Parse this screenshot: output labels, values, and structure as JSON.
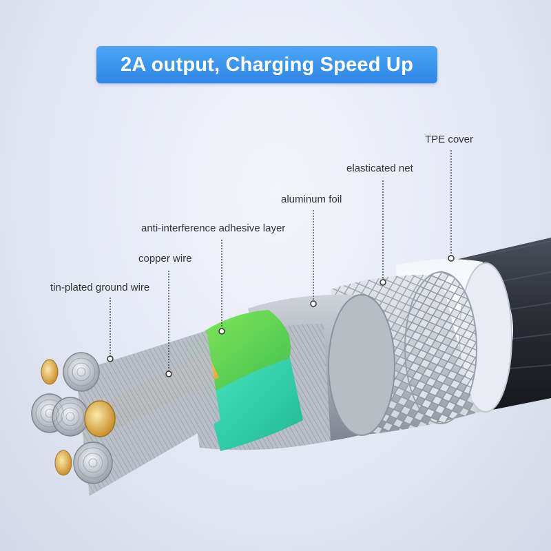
{
  "banner": {
    "text": "2A output, Charging Speed Up",
    "color": "#3a96ee"
  },
  "labels": {
    "tpe_cover": "TPE cover",
    "elasticated_net": "elasticated net",
    "aluminum_foil": "aluminum foil",
    "adhesive_layer": "anti-interference adhesive layer",
    "copper_wire": "copper wire",
    "ground_wire": "tin-plated ground wire"
  },
  "colors": {
    "tpe": "#ffffff",
    "braid_outer": "#2d3038",
    "shield_net": "#c8ccd2",
    "foil": "#a9afb6",
    "adhesive": "#5fd35a",
    "insulation": "#3fd8b0",
    "copper": "#e0a93a"
  }
}
